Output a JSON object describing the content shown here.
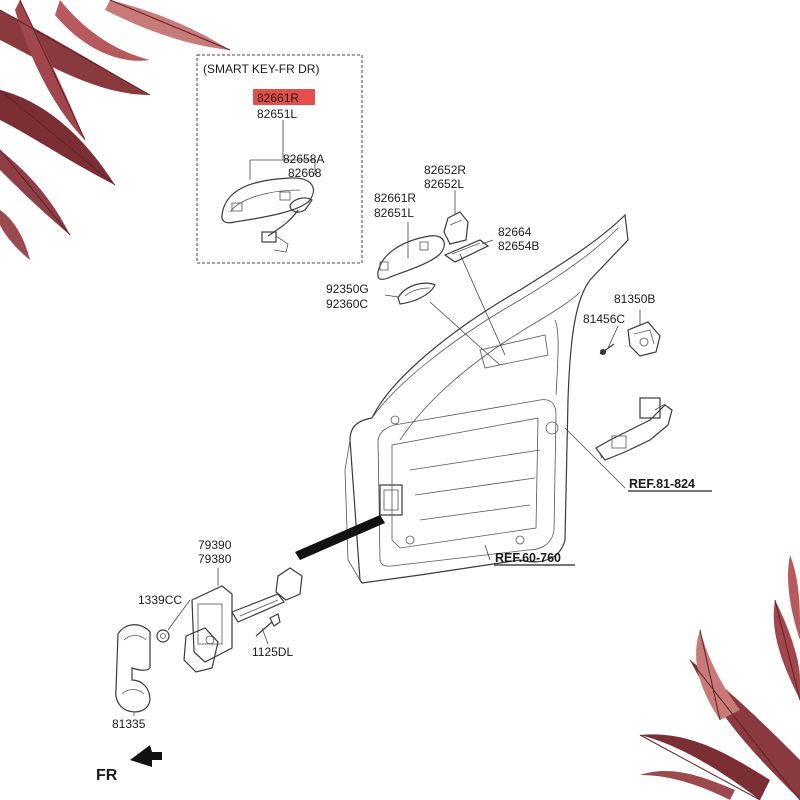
{
  "diagram": {
    "inset_title": "(SMART KEY-FR DR)",
    "highlight_color": "#e0302c",
    "labels": {
      "inset_handle_r": "82661R",
      "inset_handle_l": "82651L",
      "inset_antenna_a": "82658A",
      "inset_antenna": "82668",
      "cover_r": "82652R",
      "cover_l": "82652L",
      "handle_r": "82661R",
      "handle_l": "82651L",
      "pad_a": "82664",
      "pad_b": "82654B",
      "bezel_g": "92350G",
      "bezel_c": "92360C",
      "latch_b": "81350B",
      "screw_c": "81456C",
      "ref_lock": "REF.81-824",
      "ref_panel": "REF.60-760",
      "checker_a": "79390",
      "checker_b": "79380",
      "nut": "1339CC",
      "bolt": "1125DL",
      "hinge": "81335",
      "fr_mark": "FR"
    }
  }
}
